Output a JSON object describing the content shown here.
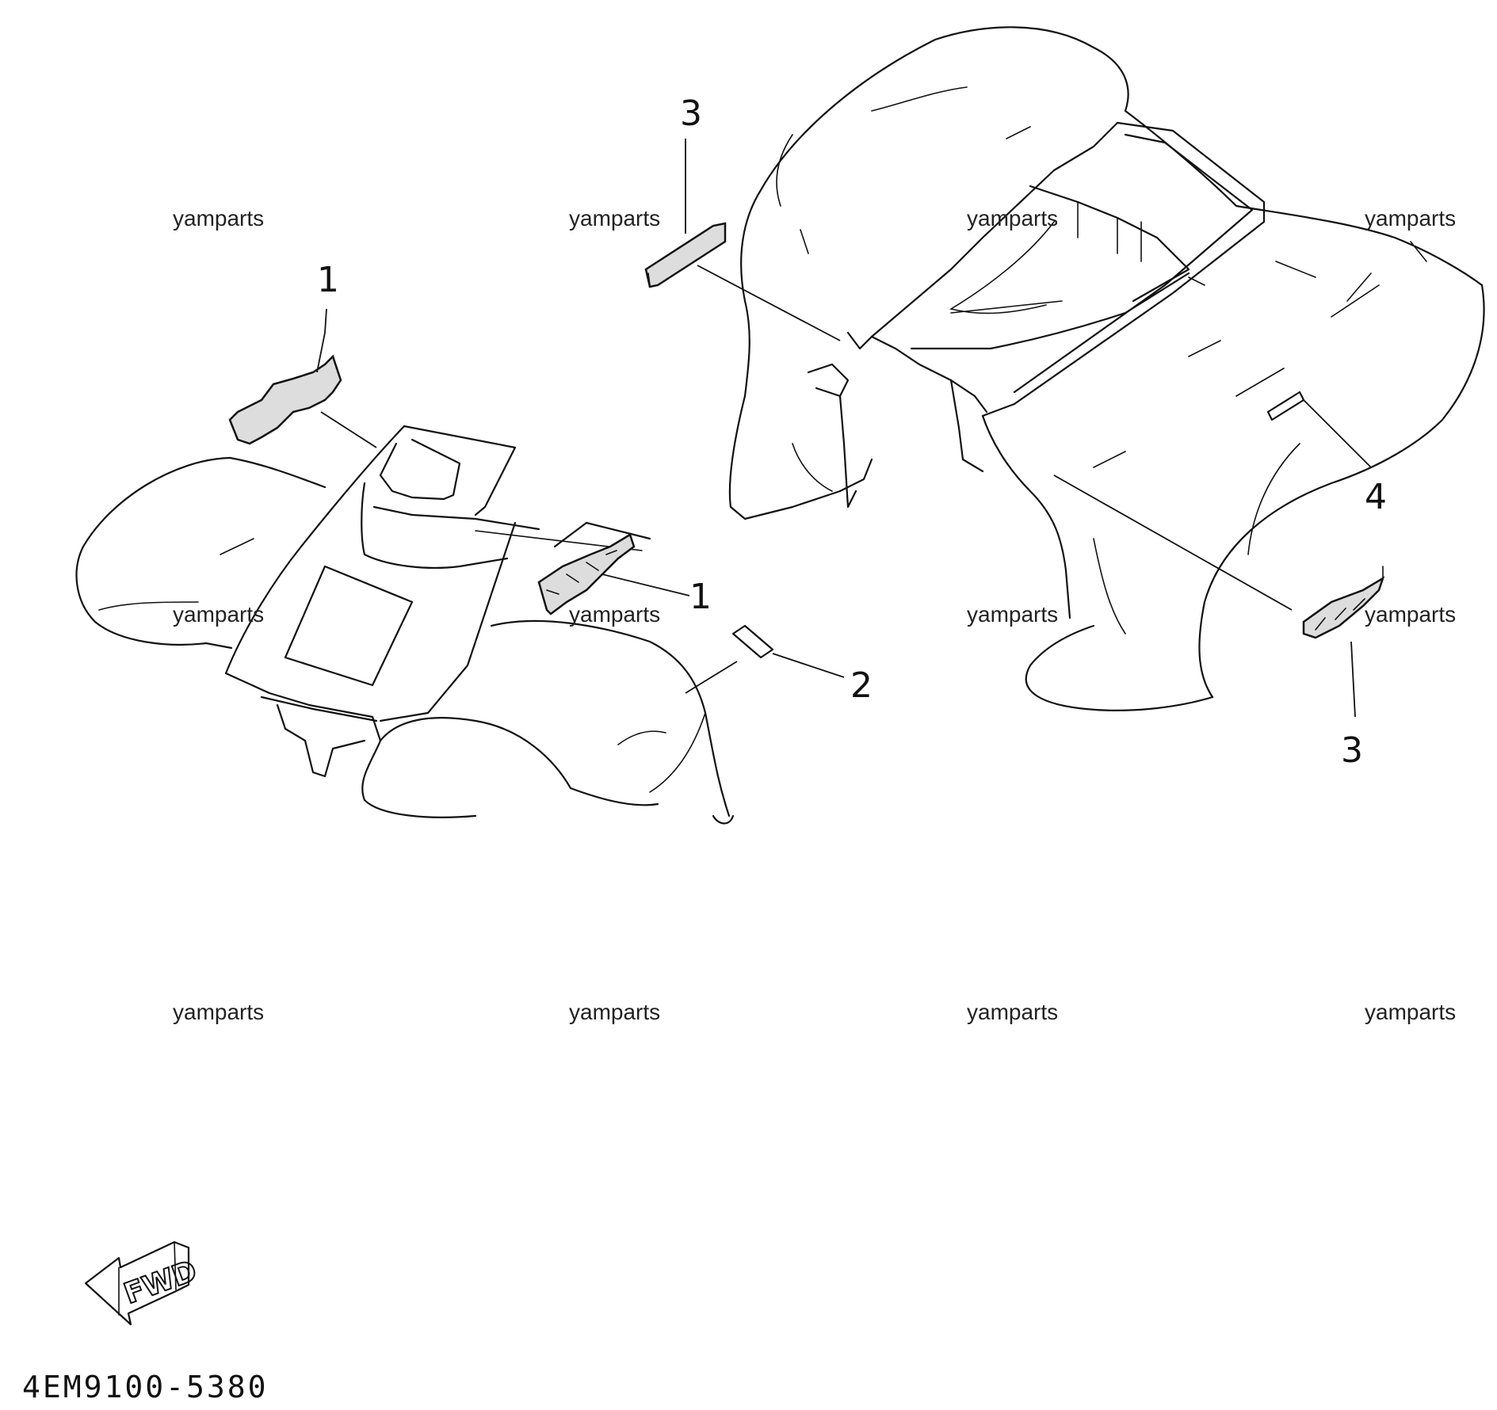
{
  "watermark": "yamparts",
  "callouts": {
    "c1_top": "1",
    "c1_front": "1",
    "c2": "2",
    "c3_top": "3",
    "c3_bottom": "3",
    "c4": "4"
  },
  "direction_badge": "FWD",
  "diagram_code": "4EM9100-5380"
}
